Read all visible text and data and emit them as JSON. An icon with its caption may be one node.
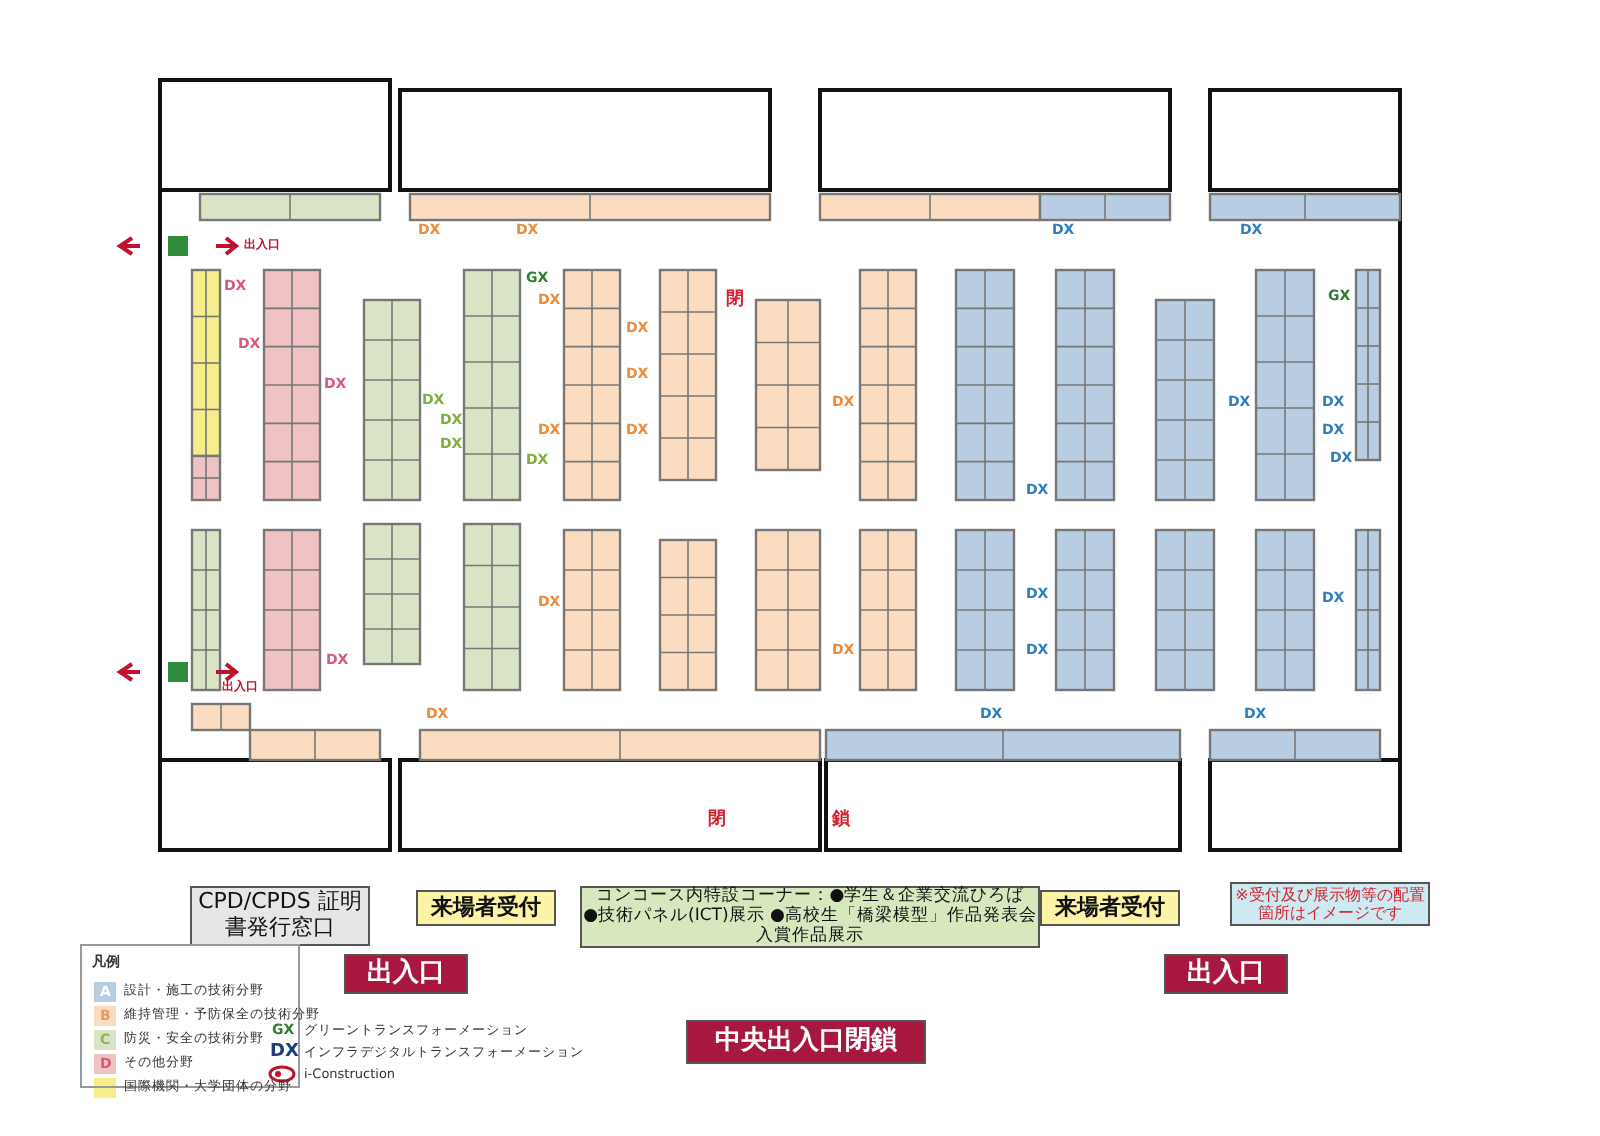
{
  "diagram": {
    "nodes": [
      {
        "text": [
          "CPD/CPDS 証明書発行窓口"
        ]
      },
      {
        "text": [
          "来場者受付"
        ]
      },
      {
        "text": [
          "コンコース内特設コーナー：●学生＆企業交流ひろば　●技術パネル(ICT)展示 ●高校生「橋梁模型」作品発表会入賞作品展示"
        ]
      },
      {
        "text": [
          "来場者受付"
        ]
      },
      {
        "text": [
          "※受付及び展示物等の配置箇所はイメージです"
        ]
      },
      {
        "text": [
          "出入口"
        ]
      },
      {
        "text": [
          "出入口"
        ]
      },
      {
        "text": [
          "中央出入口閉鎖"
        ]
      }
    ],
    "edges": [],
    "labels": [
      "出入口",
      "出入口",
      "閉",
      "閉",
      "鎖",
      "DX",
      "DX",
      "DX",
      "DX",
      "DX",
      "DX",
      "DX",
      "DX",
      "DX",
      "DX",
      "DX",
      "DX",
      "DX",
      "DX",
      "DX",
      "DX",
      "DX",
      "DX",
      "DX",
      "DX",
      "DX",
      "DX",
      "DX",
      "DX",
      "DX",
      "DX",
      "DX",
      "DX",
      "DX",
      "DX",
      "DX",
      "GX",
      "GX",
      "凡例",
      "A",
      "B",
      "C",
      "D",
      "GX",
      "DX"
    ],
    "legend": [
      {
        "text": "設計・施工の技術分野",
        "color": "#b9cde2"
      },
      {
        "text": "維持管理・予防保全の技術分野",
        "color": "#fbdcc0"
      },
      {
        "text": "防災・安全の技術分野",
        "color": "#d9e4c6"
      },
      {
        "text": "その他分野",
        "color": "#efc2c4"
      },
      {
        "text": "国際機関・大学団体の分野",
        "color": "#f6ee8a"
      },
      {
        "text": "グリーントランスフォーメーション"
      },
      {
        "text": "インフラデジタルトランスフォーメーション"
      },
      {
        "text": "i-Construction"
      }
    ]
  }
}
